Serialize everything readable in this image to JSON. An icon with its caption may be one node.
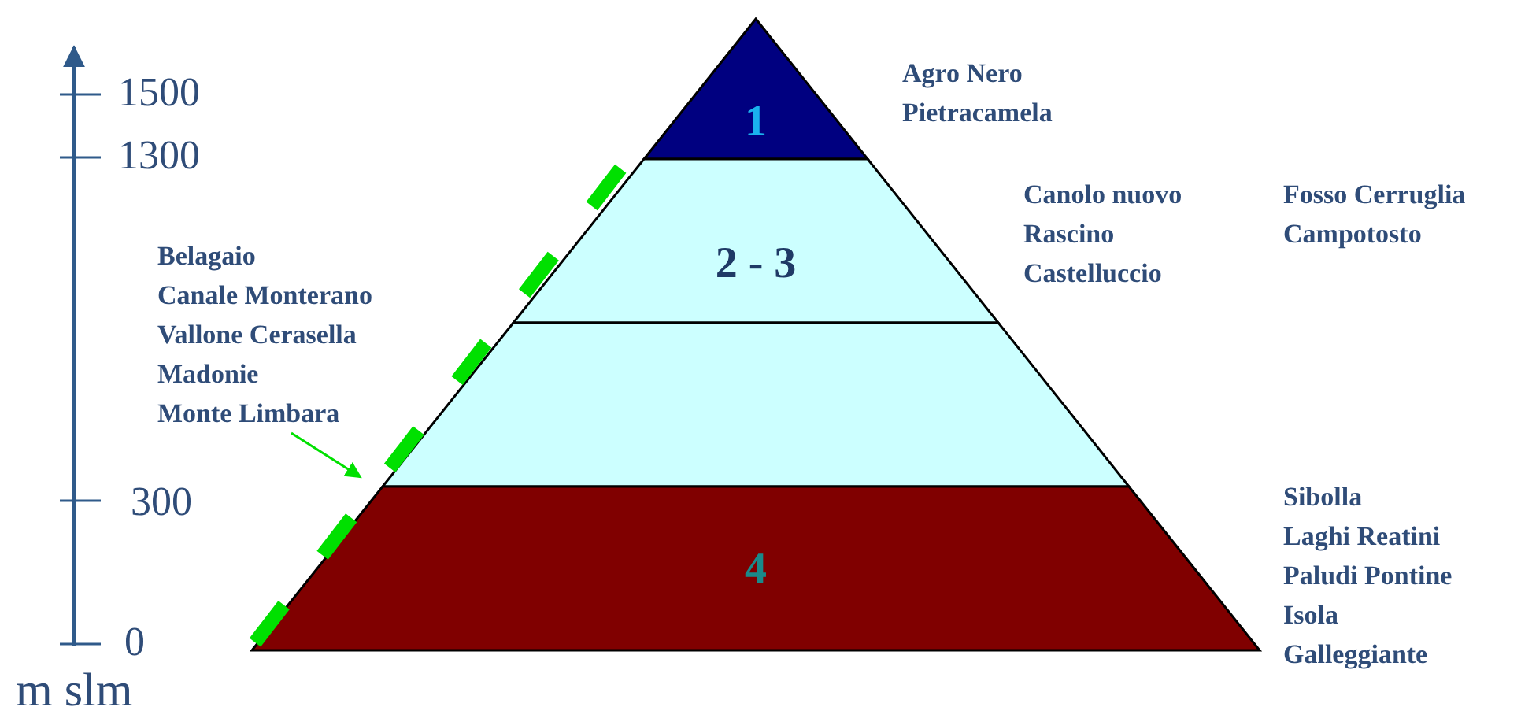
{
  "diagram": {
    "nodes": [
      {
        "text": [
          "1"
        ]
      },
      {
        "text": [
          "2 - 3"
        ]
      },
      {
        "text": [],
        "shape": "box"
      },
      {
        "text": [
          "4"
        ]
      },
      {
        "text": [
          "Belagaio",
          "Canale Monterano",
          "Vallone Cerasella",
          "Madonie",
          "Monte Limbara"
        ]
      },
      {
        "text": [],
        "shape": "line"
      }
    ],
    "edges": [
      {
        "from": 4,
        "to": 5,
        "arrow": "to"
      }
    ],
    "labels": [
      "1500",
      "1300",
      "Agro Nero",
      "Pietracamela",
      "Canolo nuovo",
      "Fosso Cerruglia",
      "Rascino",
      "Campotosto",
      "Castelluccio",
      "300",
      "Sibolla",
      "Laghi Reatini",
      "Paludi Pontine",
      "Isola Galleggiante",
      "0",
      "m slm"
    ]
  }
}
